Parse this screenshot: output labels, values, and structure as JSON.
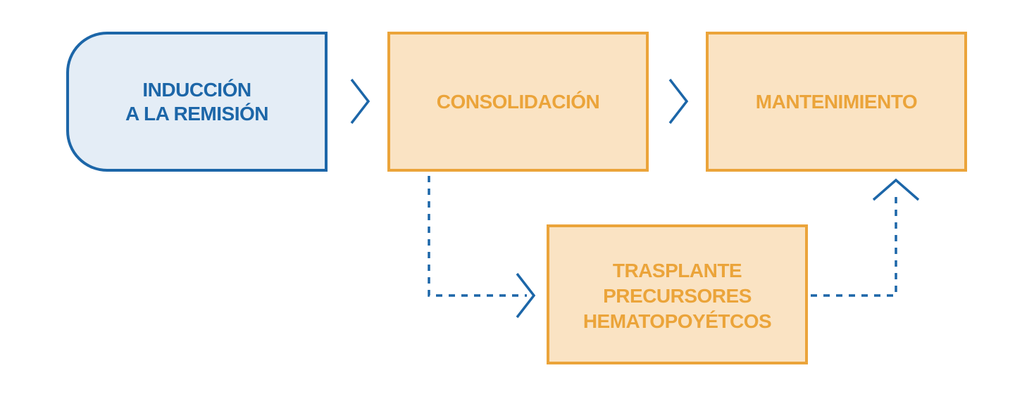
{
  "nodes": {
    "induccion": {
      "lines": [
        "INDUCCIÓN",
        "A LA REMISIÓN"
      ]
    },
    "consolidacion": {
      "lines": [
        "CONSOLIDACIÓN"
      ]
    },
    "mantenimiento": {
      "lines": [
        "MANTENIMIENTO"
      ]
    },
    "trasplante": {
      "lines": [
        "TRASPLANTE",
        "PRECURSORES",
        "HEMATOPOYÉTCOS"
      ]
    }
  },
  "colors": {
    "blue": "#1c66a8",
    "blue_fill": "#e4edf6",
    "orange": "#eba43a",
    "orange_fill": "#fae3c3"
  },
  "edges": [
    {
      "from": "induccion",
      "to": "consolidacion",
      "style": "solid"
    },
    {
      "from": "consolidacion",
      "to": "mantenimiento",
      "style": "solid"
    },
    {
      "from": "consolidacion",
      "to": "trasplante",
      "style": "dashed"
    },
    {
      "from": "trasplante",
      "to": "mantenimiento",
      "style": "dashed"
    }
  ]
}
